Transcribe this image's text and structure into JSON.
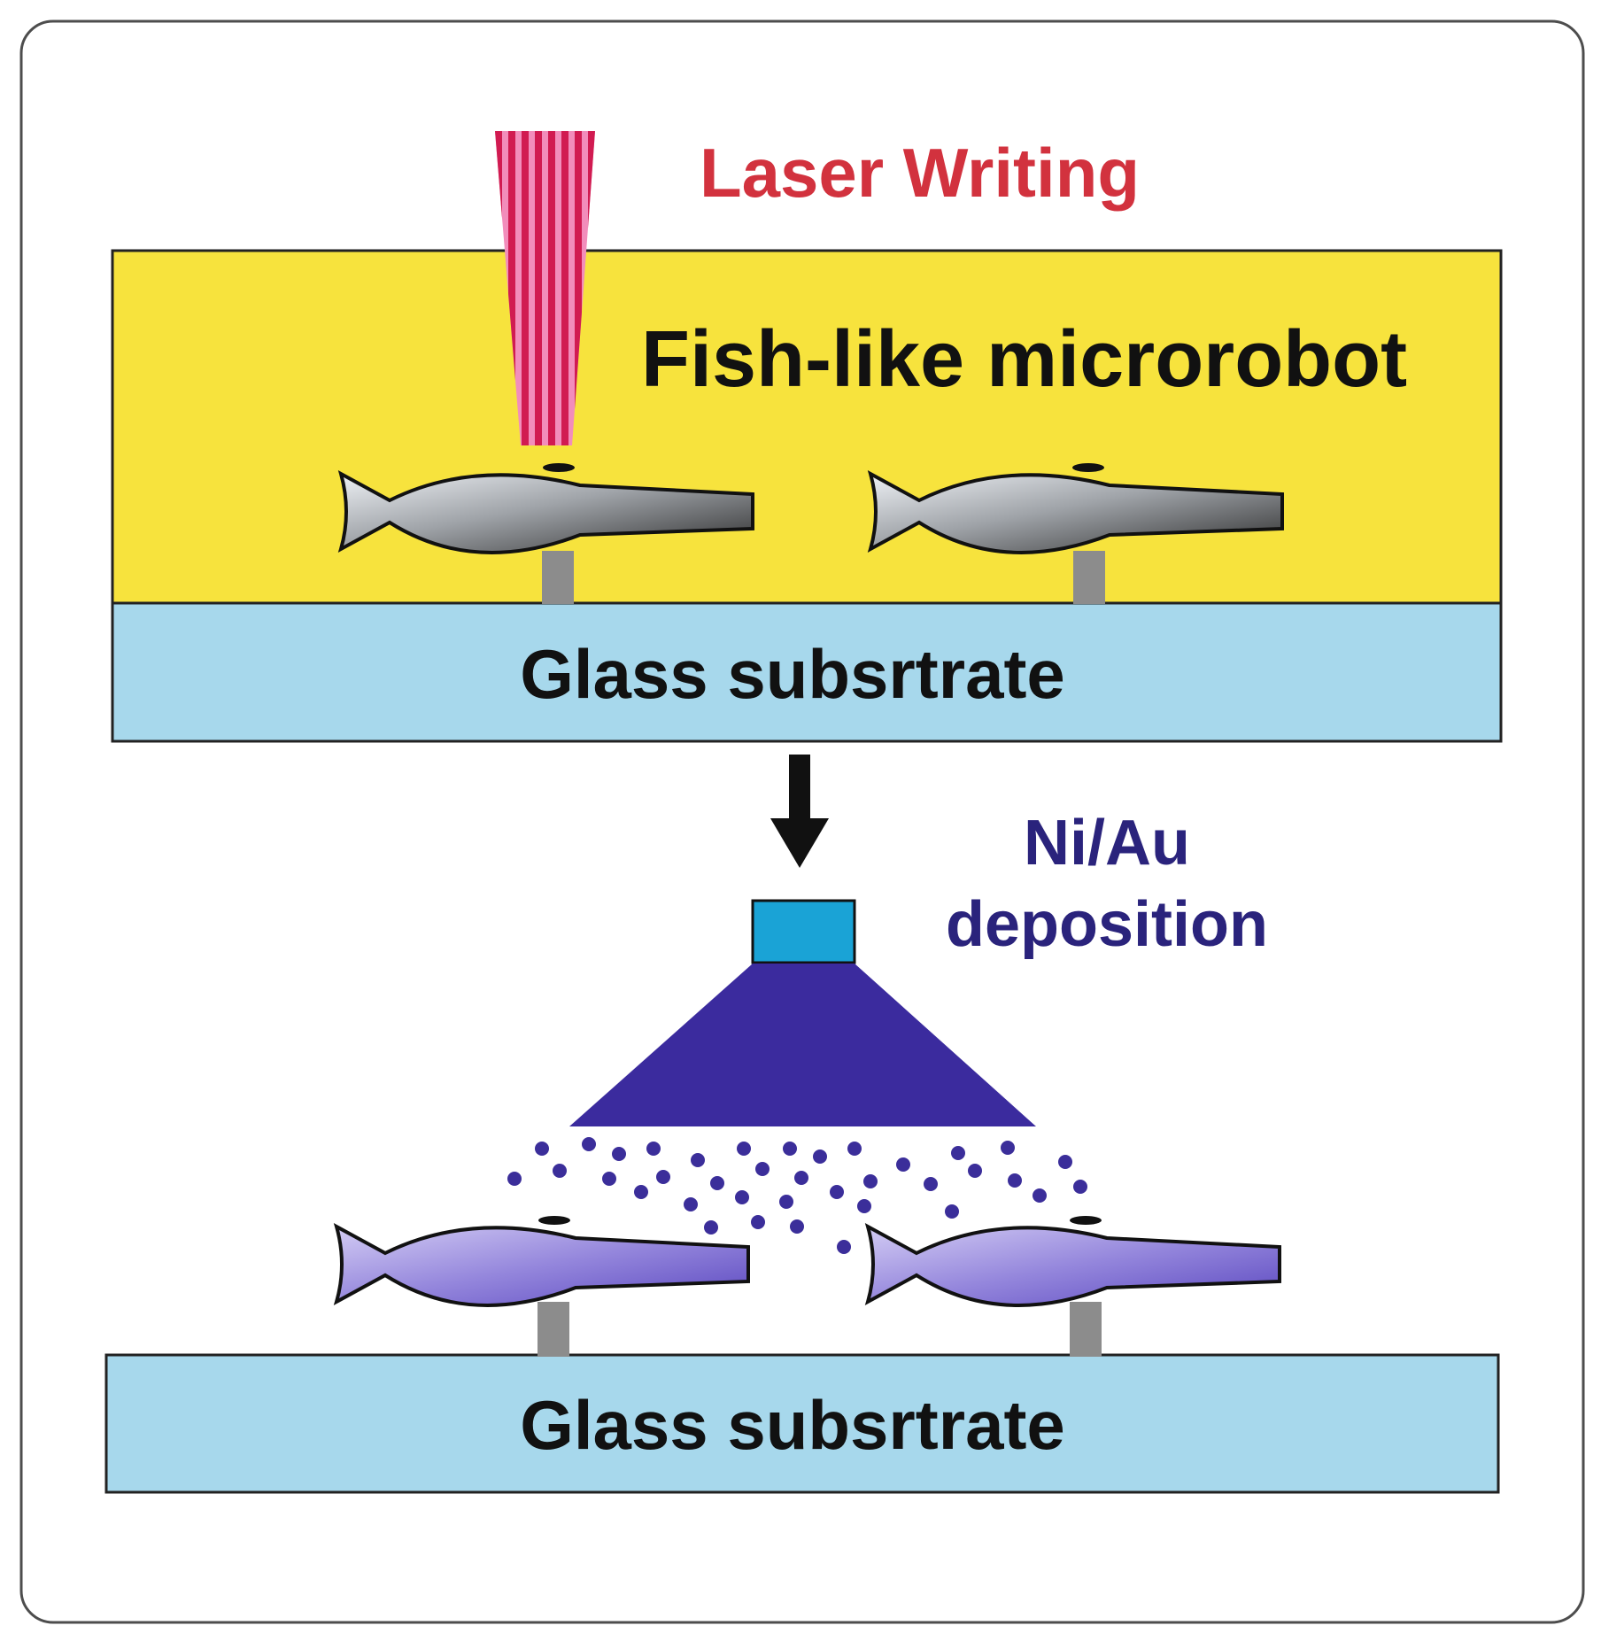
{
  "laser_label": "Laser Writing",
  "resin_label": "Fish-like microrobot",
  "substrate_top_label": "Glass subsrtrate",
  "deposition_label_line1": "Ni/Au",
  "deposition_label_line2": "deposition",
  "substrate_bottom_label": "Glass subsrtrate",
  "colors": {
    "frame_border": "#4d4d4d",
    "resin": "#f7e33d",
    "glass": "#a7d8ec",
    "laser_stripe_red": "#d11b51",
    "laser_stripe_pink": "#f28dbb",
    "laser_label": "#d2323e",
    "deposition_label": "#2a237c",
    "source_block": "#1aa3d6",
    "spray_cone": "#3b2b9e",
    "particles": "#3b2e9a",
    "fish_uncoated_light": "#e9edf2",
    "fish_uncoated_dark": "#2f2f2f",
    "fish_coated_light": "#cfc7f2",
    "fish_coated_dark": "#6d5bc6",
    "post": "#8c8c8c",
    "arrow": "#111111"
  }
}
